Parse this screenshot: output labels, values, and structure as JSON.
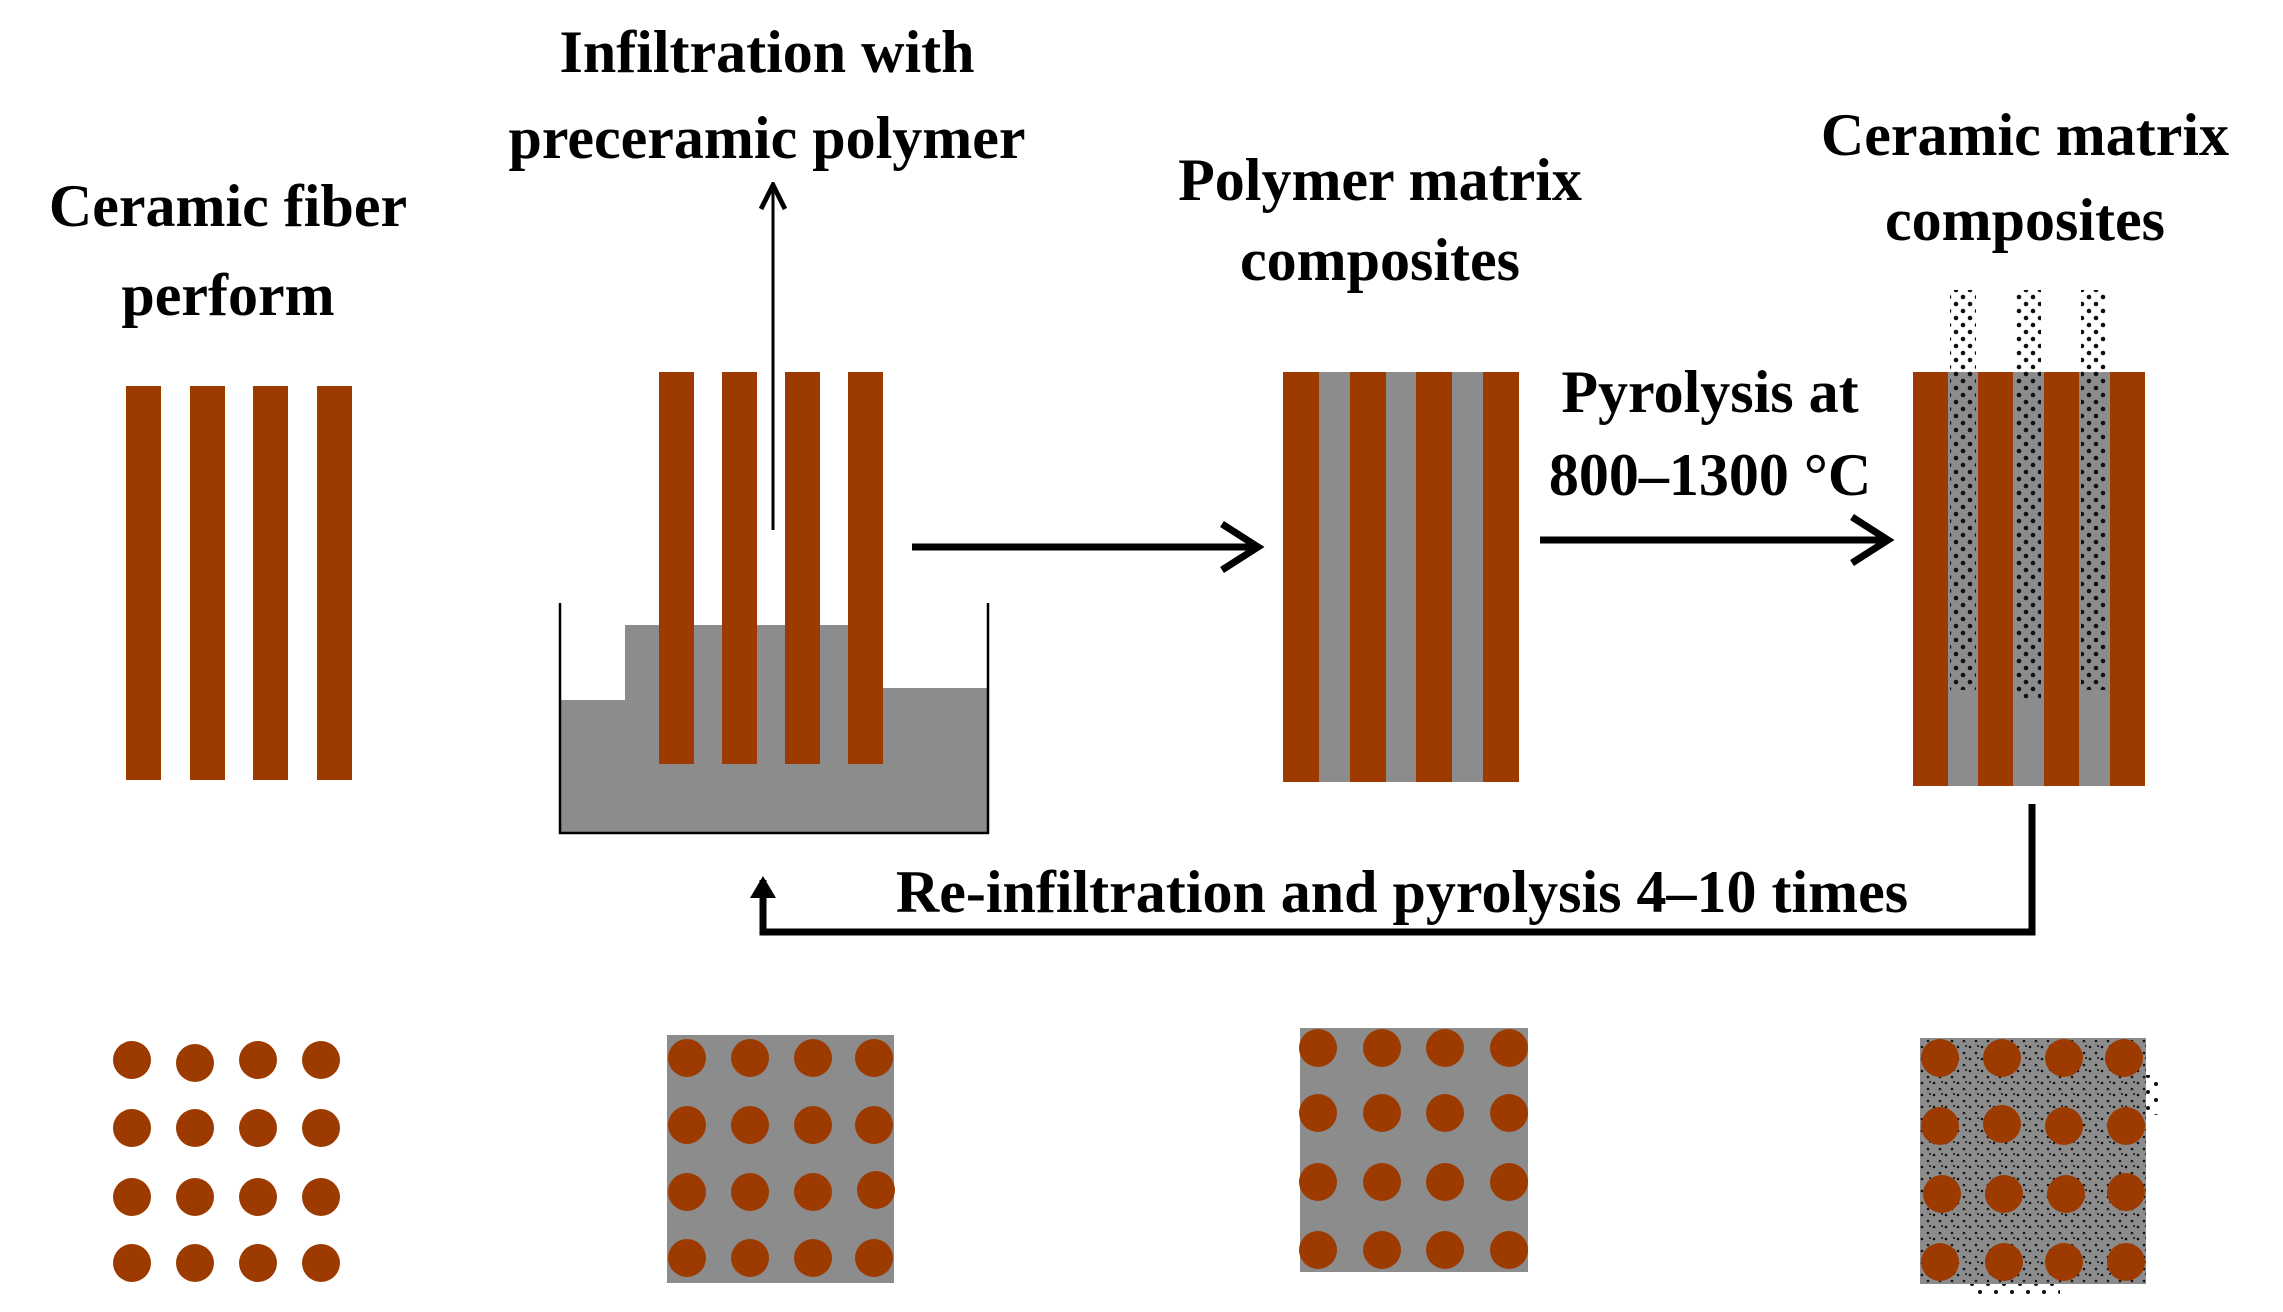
{
  "colors": {
    "fiber": "#9C3A00",
    "polymer": "#8C8C8C",
    "ink": "#000000",
    "background": "#FFFFFF"
  },
  "labels": {
    "preform_line1": "Ceramic fiber",
    "preform_line2": "perform",
    "infiltration_line1": "Infiltration with",
    "infiltration_line2": "preceramic polymer",
    "pmc_line1": "Polymer matrix",
    "pmc_line2": "composites",
    "pyrolysis_line1": "Pyrolysis at",
    "pyrolysis_line2": "800–1300 °C",
    "cmc_line1": "Ceramic matrix",
    "cmc_line2": "composites",
    "reinfiltration": "Re-infiltration and pyrolysis 4–10 times"
  }
}
